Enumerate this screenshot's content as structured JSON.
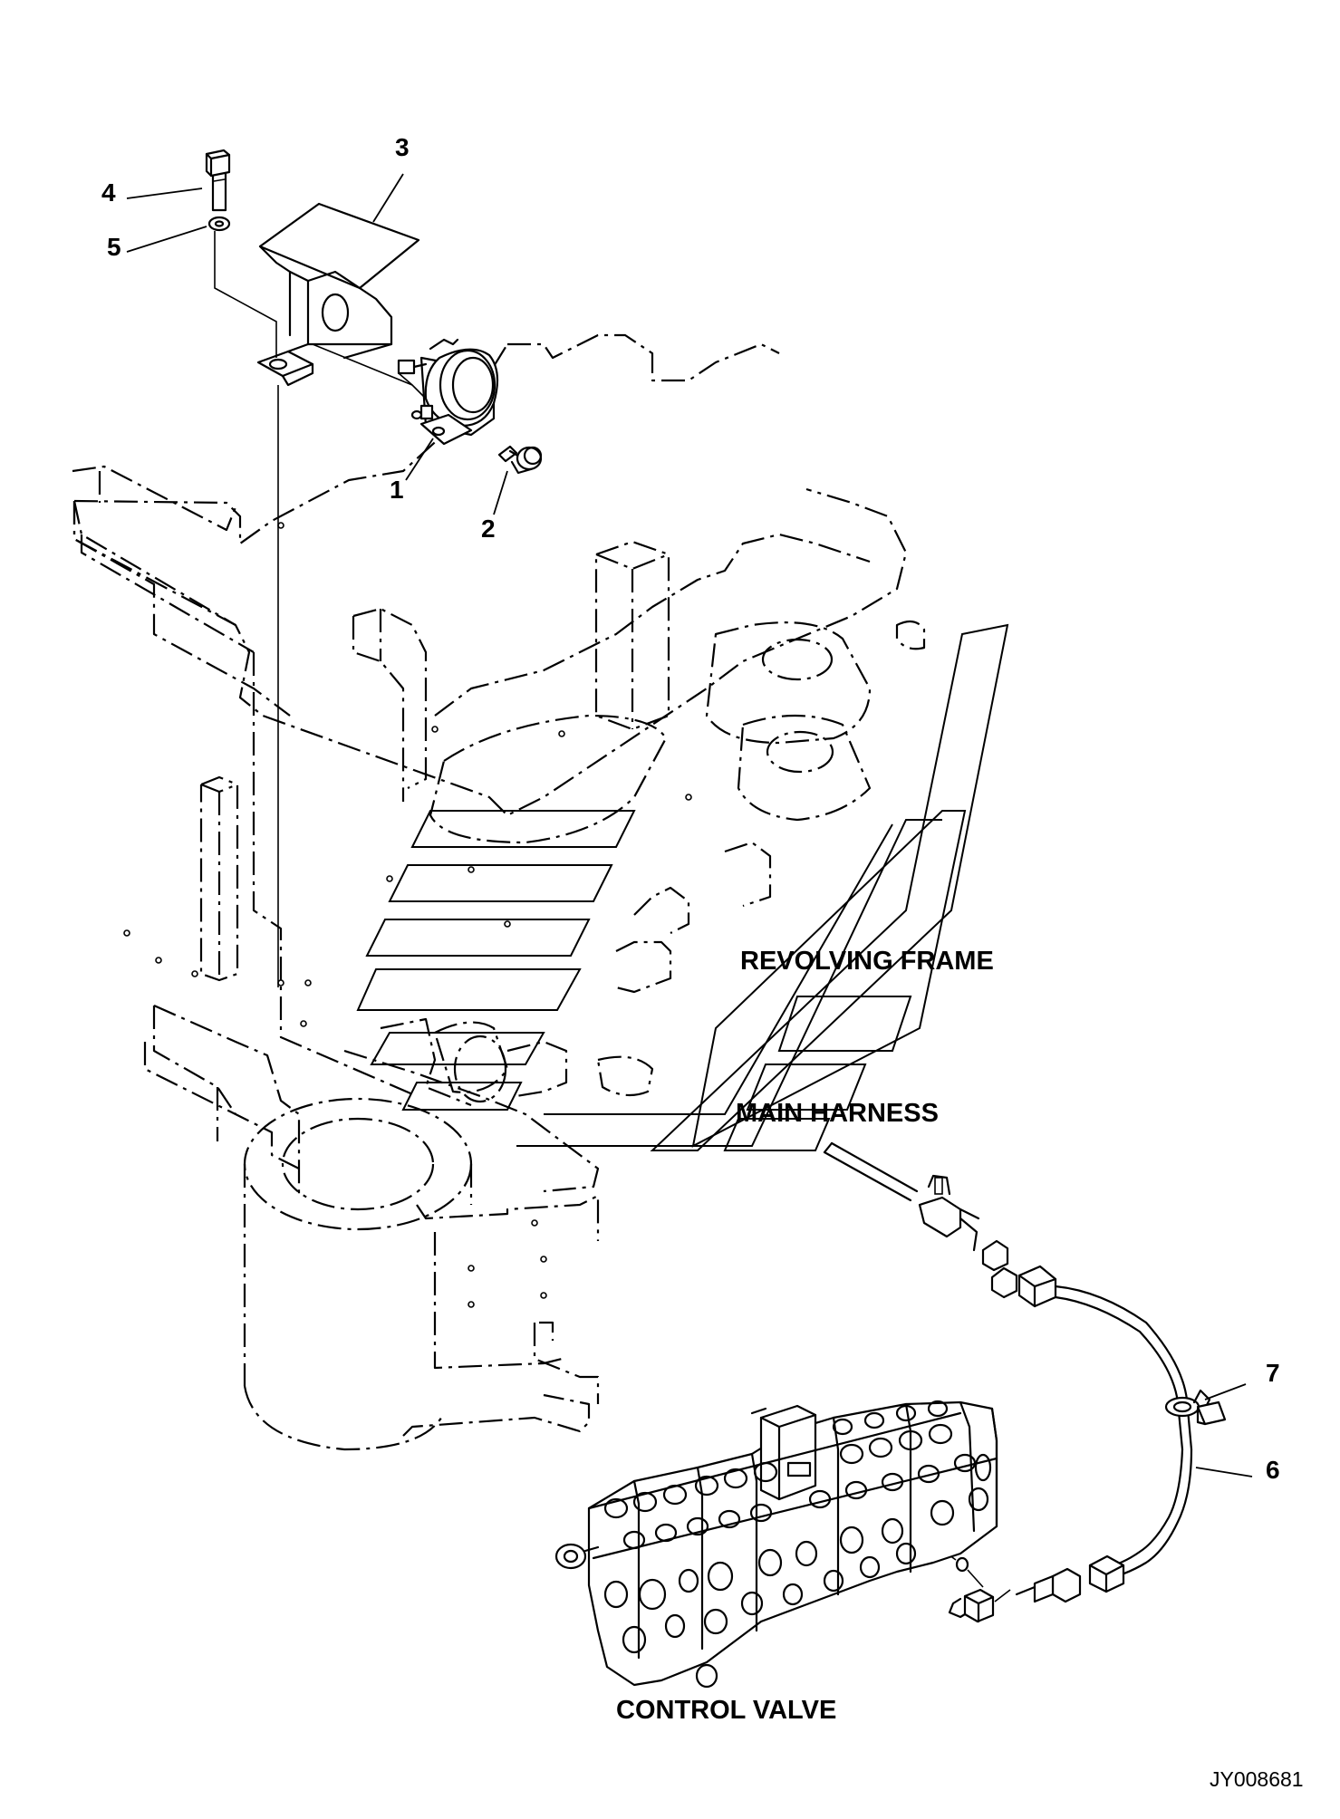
{
  "callouts": [
    {
      "id": "1",
      "label": "1"
    },
    {
      "id": "2",
      "label": "2"
    },
    {
      "id": "3",
      "label": "3"
    },
    {
      "id": "4",
      "label": "4"
    },
    {
      "id": "5",
      "label": "5"
    },
    {
      "id": "6",
      "label": "6"
    },
    {
      "id": "7",
      "label": "7"
    }
  ],
  "labels": {
    "revolving_frame": "REVOLVING FRAME",
    "main_harness": "MAIN HARNESS",
    "control_valve": "CONTROL VALVE"
  },
  "drawing_code": "JY008681"
}
